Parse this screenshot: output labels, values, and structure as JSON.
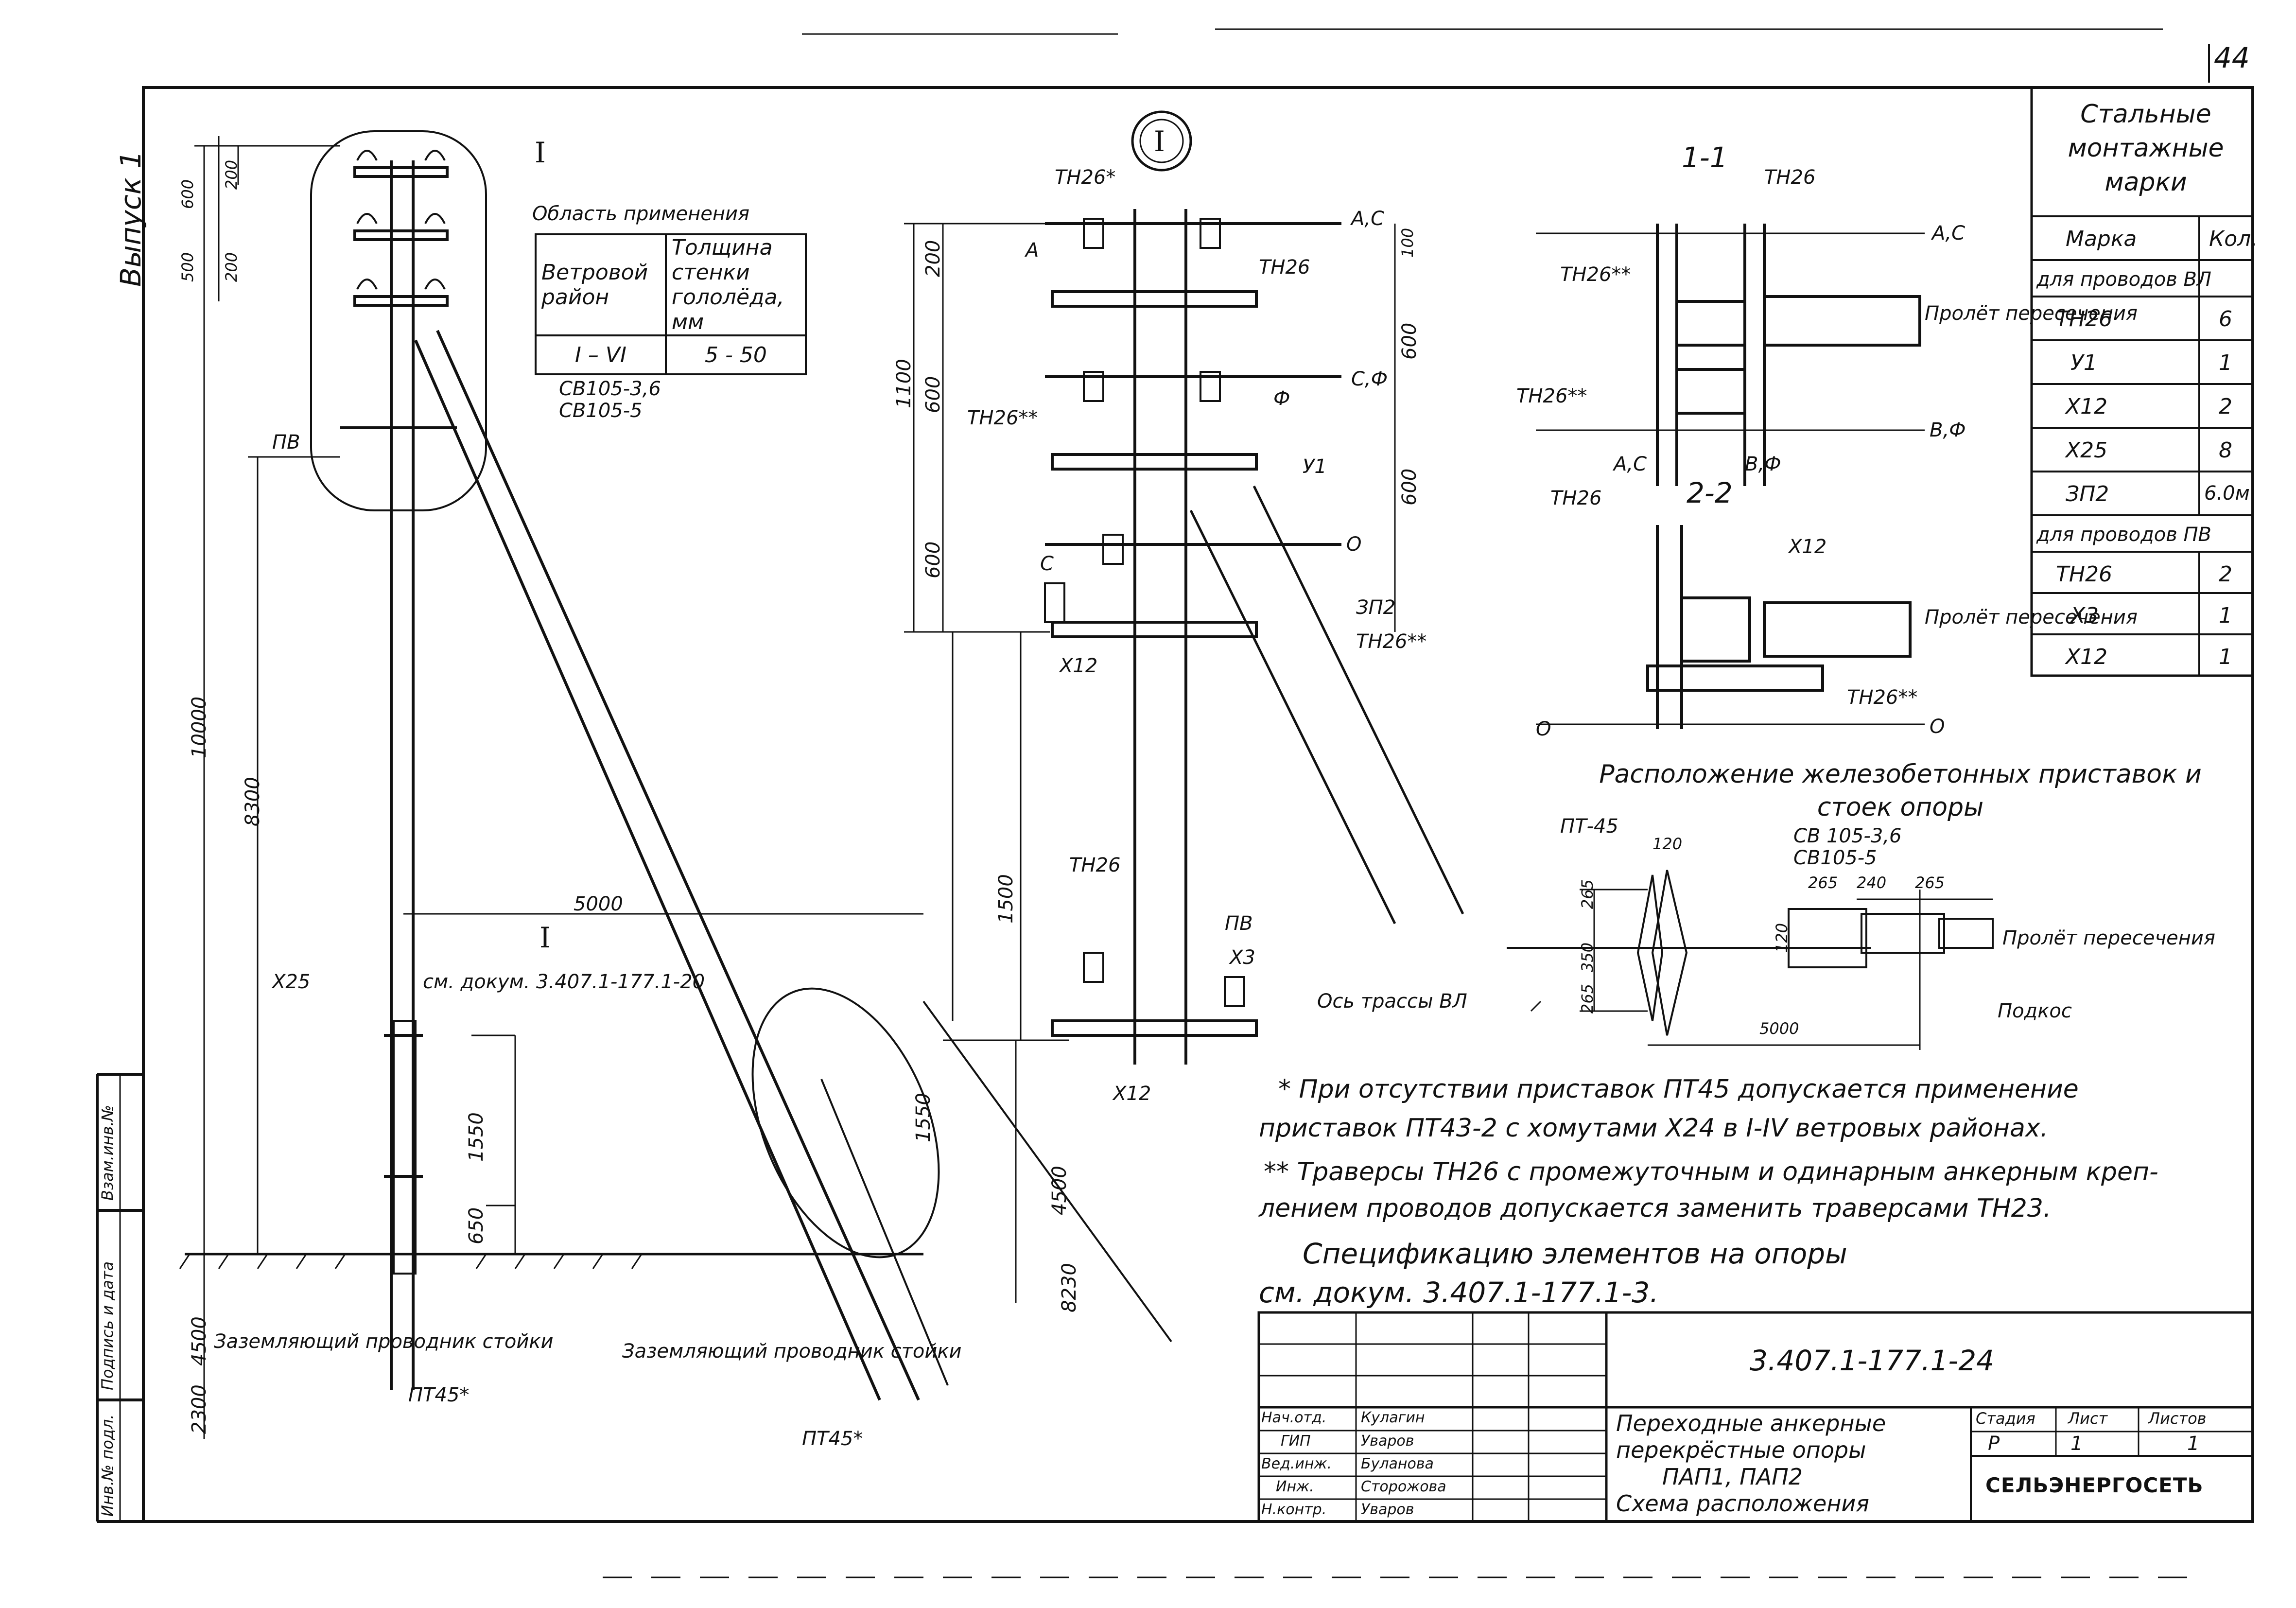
{
  "sheet_number": "44",
  "vypusk": "Выпуск 1",
  "doc_code": "3.407.1-177.1-24",
  "org": "СЕЛЬЭНЕРГОСЕТЬ",
  "title_lines": [
    "Переходные анкерные",
    "перекрёстные опоры",
    "ПАП1, ПАП2",
    "Схема расположения"
  ],
  "stage": {
    "h_stadia": "Стадия",
    "h_list": "Лист",
    "h_listov": "Листов",
    "stadia": "Р",
    "list": "1",
    "listov": "1"
  },
  "signatures": [
    {
      "role": "Нач.отд.",
      "name": "Кулагин"
    },
    {
      "role": "ГИП",
      "name": "Уваров"
    },
    {
      "role": "Вед.инж.",
      "name": "Буланова"
    },
    {
      "role": "Инж.",
      "name": "Сторожова"
    },
    {
      "role": "Н.контр.",
      "name": "Уваров"
    }
  ],
  "left_margin": [
    "Инв.№ подл.",
    "Подпись и дата",
    "Взам.инв.№"
  ],
  "area_table": {
    "title": "Область применения",
    "headers": [
      "Ветровой район",
      "Толщина стенки гололёда, мм"
    ],
    "row": [
      "I – VI",
      "5 - 50"
    ]
  },
  "marks_table": {
    "title": "Стальные монтажные марки",
    "headers": [
      "Марка",
      "Кол."
    ],
    "group1": "для проводов ВЛ",
    "rows1": [
      [
        "ТН26",
        "6"
      ],
      [
        "У1",
        "1"
      ],
      [
        "Х12",
        "2"
      ],
      [
        "Х25",
        "8"
      ],
      [
        "ЗП2",
        "6.0м"
      ]
    ],
    "group2": "для проводов ПВ",
    "rows2": [
      [
        "ТН26",
        "2"
      ],
      [
        "Х3",
        "1"
      ],
      [
        "Х12",
        "1"
      ]
    ]
  },
  "section_titles": {
    "s11": "1-1",
    "s22": "2-2",
    "node": "I",
    "callout": "I"
  },
  "placement_title": "Расположение железобетонных приставок и стоек опоры",
  "labels": {
    "pt45": "ПТ45*",
    "pt45b": "ПТ45*",
    "pt45_top": "ПТ-45",
    "x25": "Х25",
    "x12": "Х12",
    "x12b": "Х12",
    "x12c": "Х12",
    "x3": "Х3",
    "y1": "У1",
    "zp2": "ЗП2",
    "tn26": "ТН26",
    "tn26_1": "ТН26*",
    "tn26_2": "ТН26**",
    "tn26_3": "ТН26**",
    "tn26_4": "ТН26",
    "tn26_5": "ТН26",
    "tn26_6": "ТН26**",
    "tn26_7": "ТН26",
    "tn26_8": "ТН26**",
    "cb105": "СВ105-3,6",
    "cb105b": "СВ105-5",
    "cb105c": "СВ 105-3,6",
    "cb105d": "СВ105-5",
    "pv": "ПВ",
    "pv2": "ПВ",
    "ground_wire": "Заземляющий проводник стойки",
    "ground_wire2": "Заземляющий проводник стойки",
    "axis": "Ось трассы ВЛ",
    "span": "Пролёт пересечения",
    "span2": "Пролёт пересечения",
    "span3": "Пролёт пересечения",
    "podkos": "Подкос",
    "doc_ref": "см. докум. 3.407.1-177.1-20",
    "ac": "А,С",
    "ac2": "А,С",
    "ac3": "А,С",
    "bf": "В,Ф",
    "bf2": "В,Ф",
    "cf": "С,Ф",
    "o": "О",
    "o2": "О",
    "o3": "О",
    "a": "А",
    "c": "С",
    "f": "Ф"
  },
  "dims": {
    "d10000": "10000",
    "d8300": "8300",
    "d5000": "5000",
    "d4500": "4500",
    "d2300": "2300",
    "d1550": "1550",
    "d650": "650",
    "d600a": "600",
    "d600b": "600",
    "d600c": "600",
    "d600d": "600",
    "d600e": "600",
    "d500": "500",
    "d200a": "200",
    "d200b": "200",
    "d200c": "200",
    "d1100": "1100",
    "d1500": "1500",
    "d5000b": "5000",
    "d265a": "265",
    "d350": "350",
    "d265b": "265",
    "d120a": "120",
    "d120b": "120",
    "d265c": "265",
    "d240": "240",
    "d265d": "265",
    "d8230": "8230",
    "d4500b": "4500",
    "d1550b": "1550",
    "d100": "100"
  },
  "notes": [
    "* При отсутствии приставок ПТ45 допускается применение",
    "приставок ПТ43-2 с хомутами Х24 в I-IV ветровых районах.",
    "** Траверсы ТН26 с промежуточным и одинарным анкерным креп-",
    "лением проводов допускается заменить траверсами ТН23.",
    "Спецификацию   элементов   на   опоры",
    "см. докум. 3.407.1-177.1-3."
  ]
}
